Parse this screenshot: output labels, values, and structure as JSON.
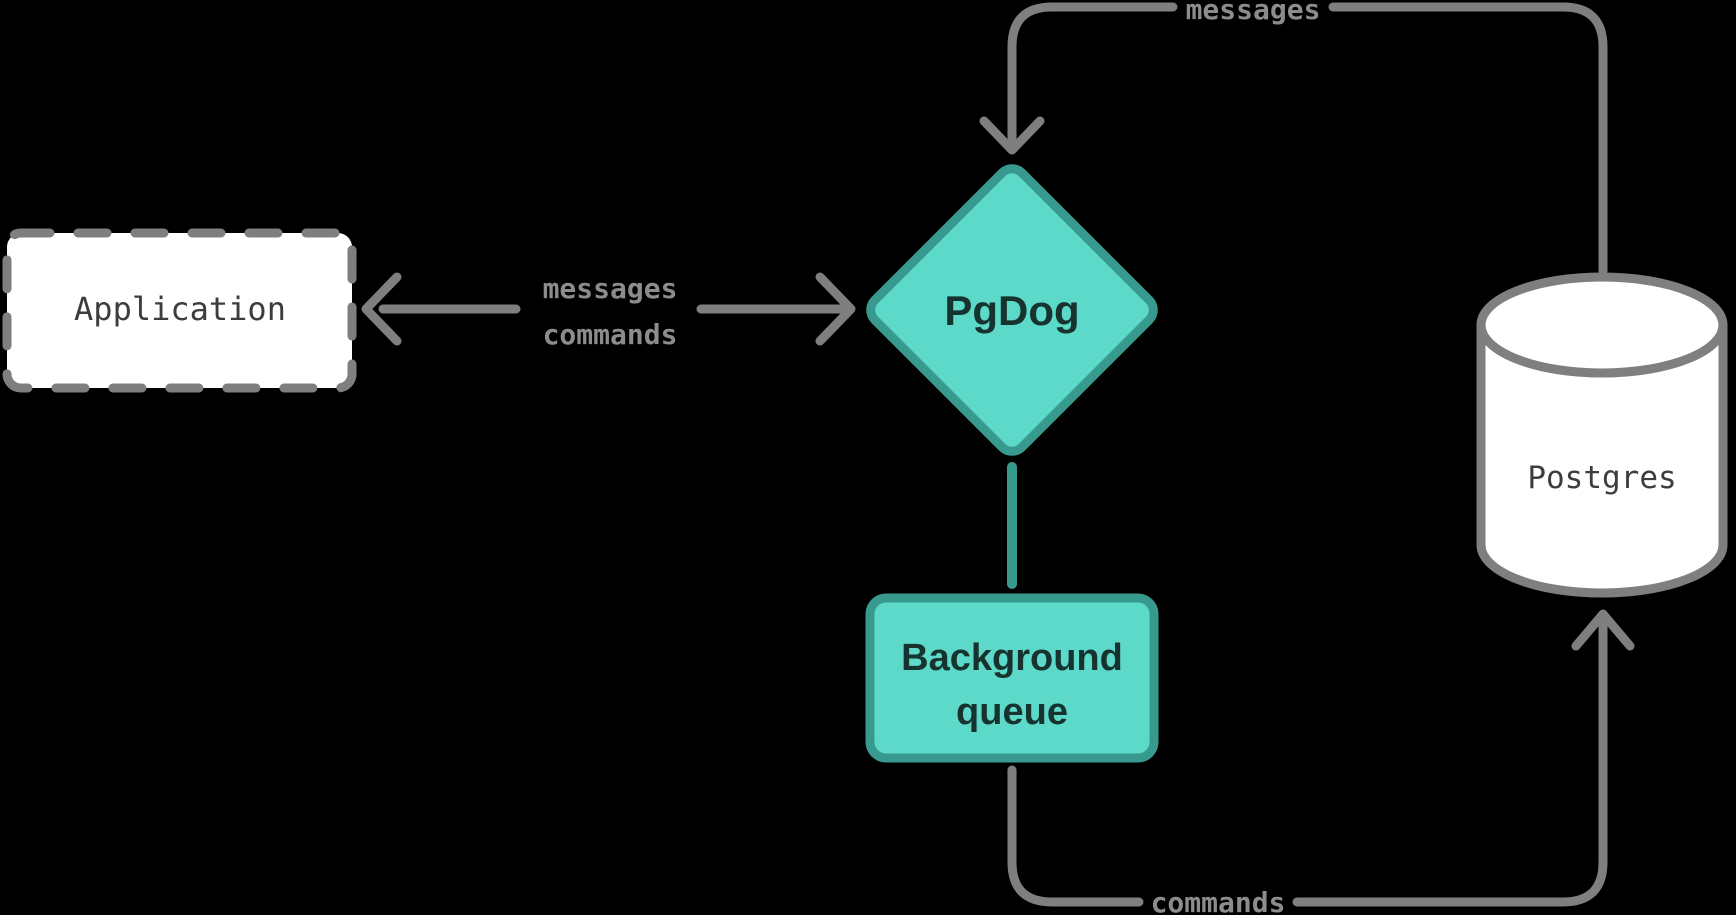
{
  "diagram": {
    "title": "PgDog message flow diagram",
    "background_color": "#000000",
    "colors": {
      "line_gray": "#7f7f7f",
      "edge_label_gray": "#8c8c8c",
      "node_fill_teal": "#5dd9c9",
      "node_border_teal": "#389a8e",
      "node_text_dark_teal": "#17332f",
      "node_fill_white": "#ffffff",
      "node_text_gray": "#3d3d3d"
    },
    "nodes": {
      "application": {
        "label": "Application",
        "shape": "dashed-rectangle"
      },
      "pgdog": {
        "label": "PgDog",
        "shape": "diamond"
      },
      "background_queue": {
        "label_lines": [
          "Background",
          "queue"
        ],
        "shape": "rectangle"
      },
      "postgres": {
        "label": "Postgres",
        "shape": "cylinder"
      }
    },
    "edges": {
      "app_pgdog": {
        "labels": [
          "messages",
          "commands"
        ],
        "direction": "bidirectional"
      },
      "postgres_pgdog": {
        "label": "messages",
        "direction": "postgres-to-pgdog"
      },
      "queue_postgres": {
        "label": "commands",
        "direction": "queue-to-postgres"
      },
      "pgdog_queue": {
        "label": "",
        "direction": "undirected"
      }
    }
  }
}
